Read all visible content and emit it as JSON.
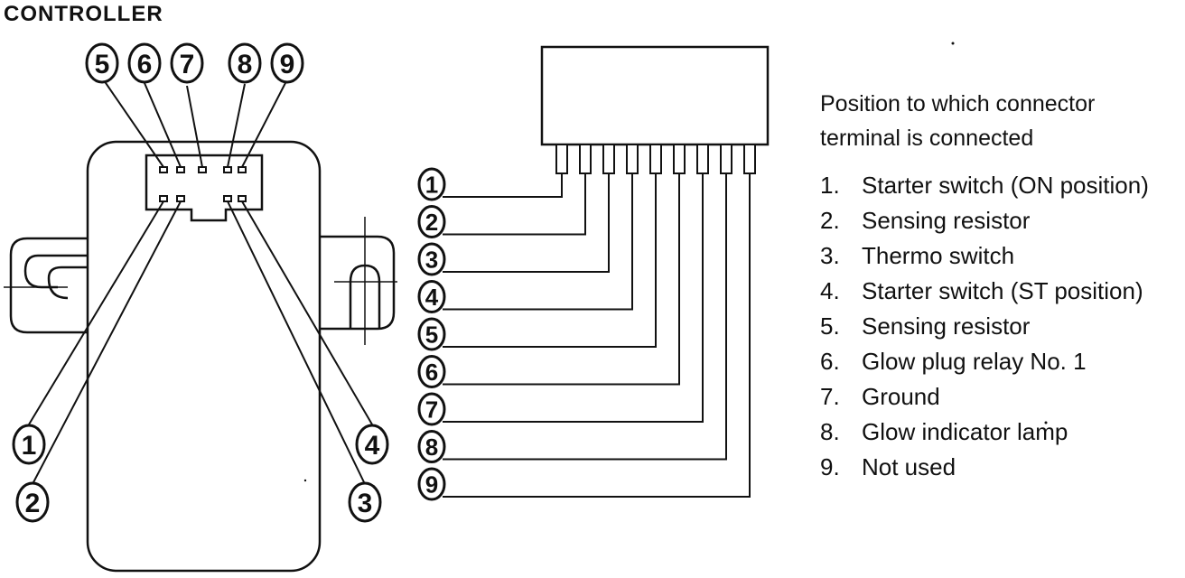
{
  "title": "CONTROLLER",
  "connector_heading_line1": "Position to which connector",
  "connector_heading_line2": "terminal is connected",
  "terminals": [
    {
      "num": "1",
      "label": "Starter switch (ON position)"
    },
    {
      "num": "2",
      "label": "Sensing resistor"
    },
    {
      "num": "3",
      "label": "Thermo switch"
    },
    {
      "num": "4",
      "label": "Starter switch (ST position)"
    },
    {
      "num": "5",
      "label": "Sensing resistor"
    },
    {
      "num": "6",
      "label": "Glow plug relay No. 1"
    },
    {
      "num": "7",
      "label": "Ground"
    },
    {
      "num": "8",
      "label": "Glow indicator lamp"
    },
    {
      "num": "9",
      "label": "Not used"
    }
  ],
  "controller_callouts": {
    "top": [
      "5",
      "6",
      "7",
      "8",
      "9"
    ],
    "bottom_left": [
      "1",
      "2"
    ],
    "bottom_right": [
      "4",
      "3"
    ]
  },
  "colors": {
    "ink": "#111111",
    "paper": "#ffffff"
  }
}
